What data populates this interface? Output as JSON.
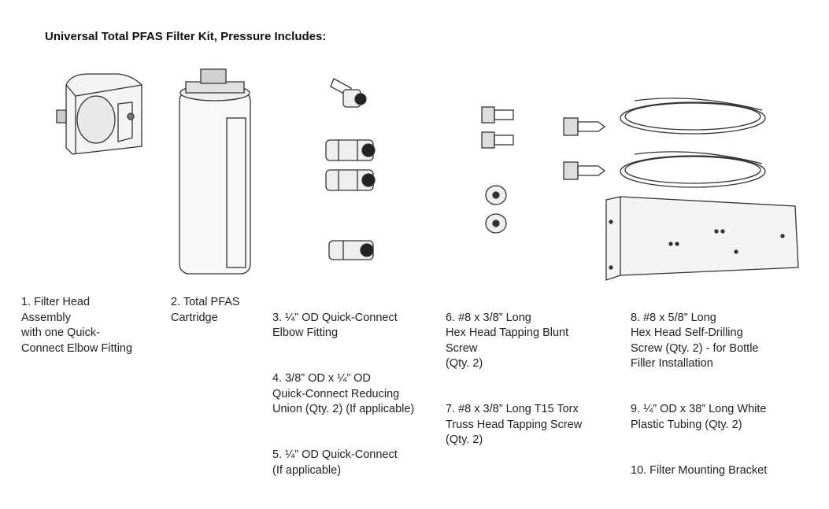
{
  "title": "Universal Total PFAS Filter Kit, Pressure Includes:",
  "items": {
    "i1": "1. Filter Head\nAssembly\nwith one Quick-\nConnect Elbow Fitting",
    "i2": "2. Total PFAS\nCartridge",
    "i3": "3. ¼” OD Quick-Connect\nElbow Fitting",
    "i4": "4. 3/8” OD x ¼” OD\nQuick-Connect Reducing\nUnion (Qty. 2) (If applicable)",
    "i5": "5. ¼” OD Quick-Connect\n(If applicable)",
    "i6": "6. #8 x 3/8” Long\nHex Head Tapping Blunt\nScrew\n(Qty. 2)",
    "i7": "7. #8 x 3/8” Long T15 Torx\nTruss Head Tapping Screw\n(Qty. 2)",
    "i8": "8. #8 x 5/8” Long\nHex Head Self-Drilling\nScrew (Qty. 2) - for Bottle\nFiller Installation",
    "i9": "9. ¼” OD x 38” Long White\nPlastic Tubing (Qty. 2)",
    "i10": "10. Filter Mounting Bracket"
  }
}
